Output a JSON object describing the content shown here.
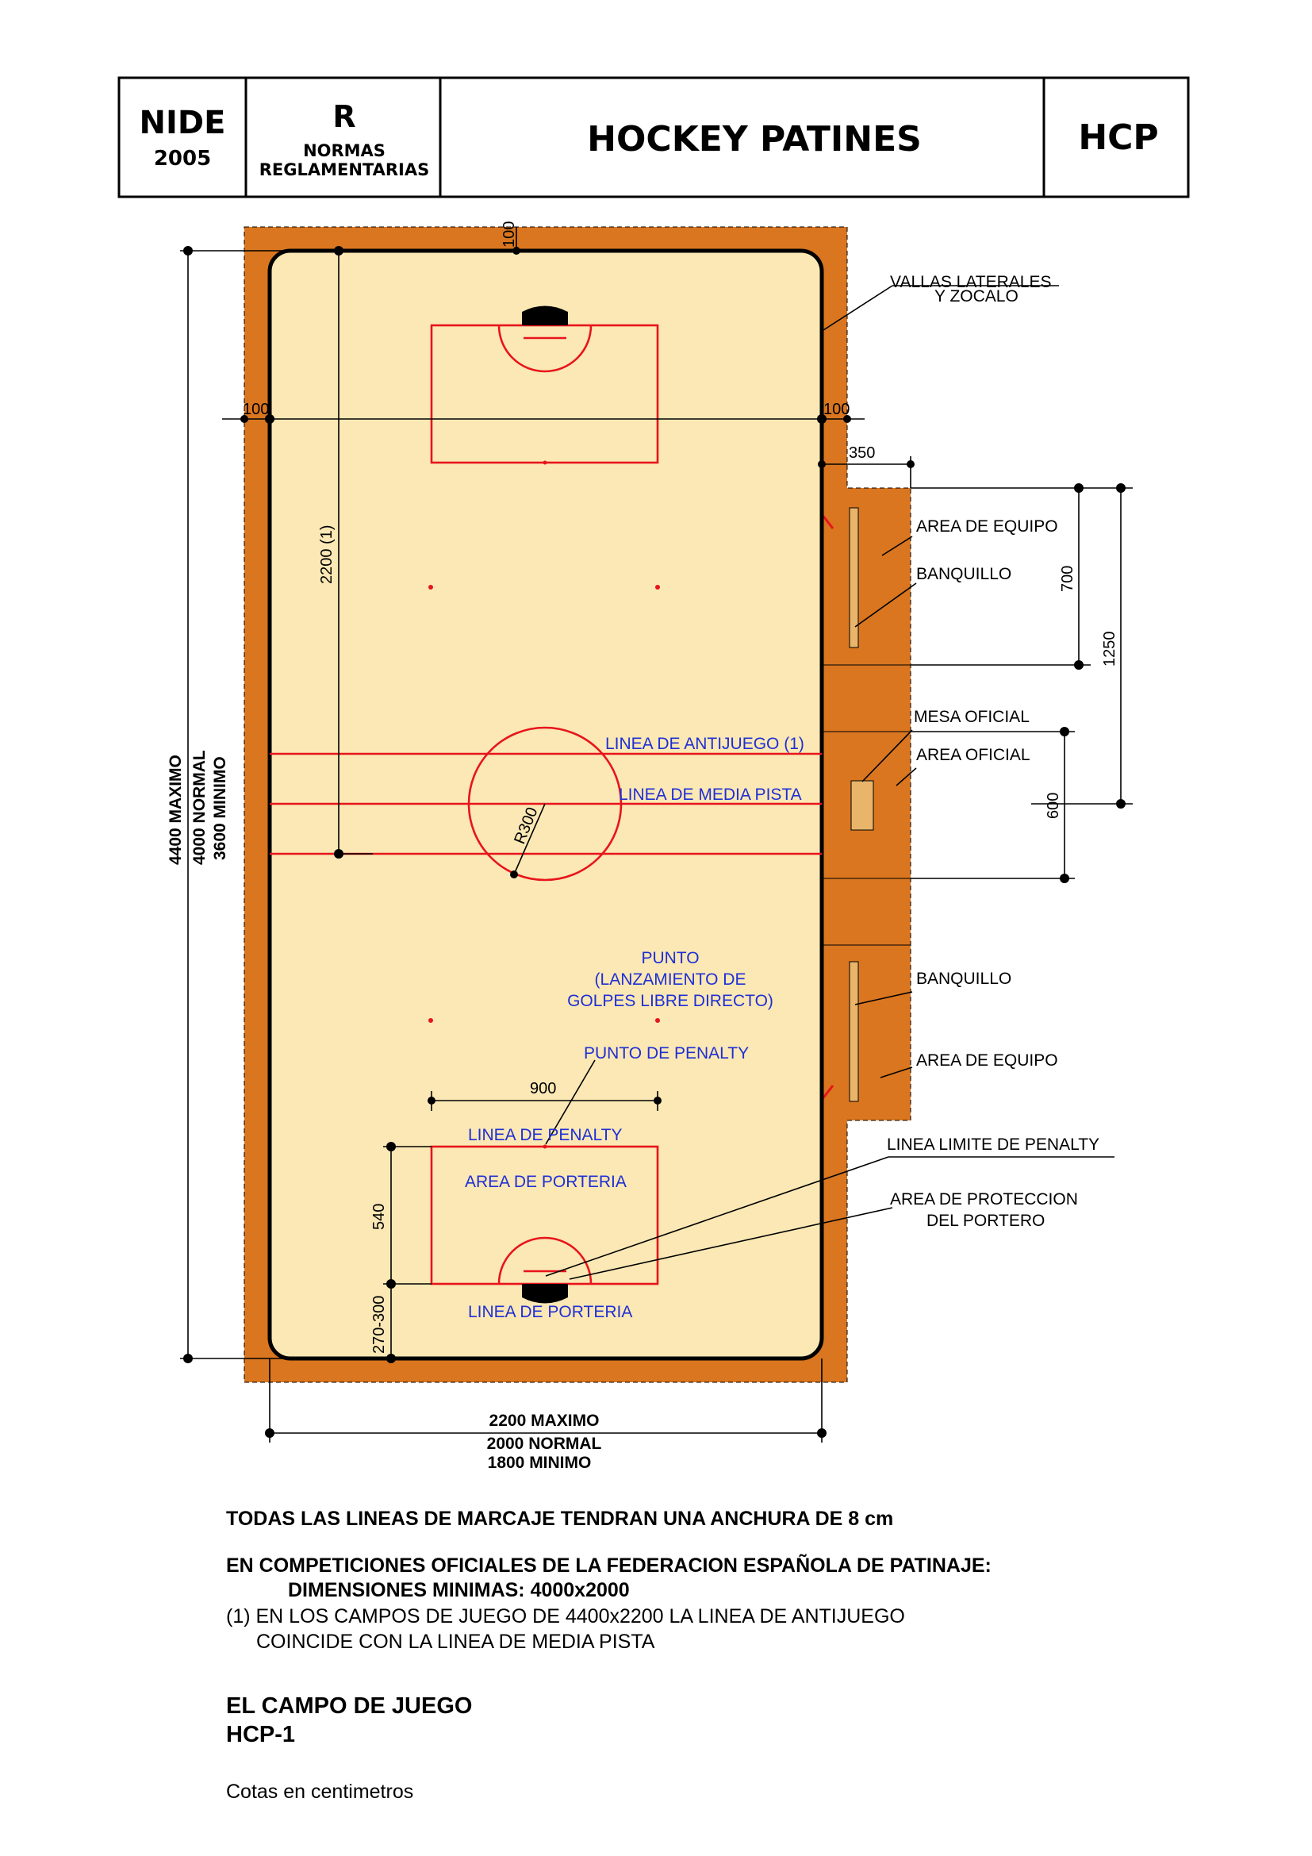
{
  "header": {
    "nide": "NIDE",
    "year": "2005",
    "r_letter": "R",
    "normas_line1": "NORMAS",
    "normas_line2": "REGLAMENTARIAS",
    "title": "HOCKEY PATINES",
    "code": "HCP"
  },
  "colors": {
    "surround": "#d9761f",
    "floor": "#fbe8b4",
    "marking": "#e8141b",
    "blue_text": "#1f2fd6",
    "table": "#e8b56a"
  },
  "labels": {
    "vallas_1": "VALLAS LATERALES",
    "vallas_2": "Y ZOCALO",
    "area_equipo_top": "AREA DE EQUIPO",
    "banquillo_top": "BANQUILLO",
    "mesa_oficial": "MESA OFICIAL",
    "area_oficial": "AREA OFICIAL",
    "banquillo_bottom": "BANQUILLO",
    "area_equipo_bottom": "AREA DE EQUIPO",
    "linea_limite_penalty": "LINEA LIMITE DE PENALTY",
    "area_proteccion_1": "AREA DE PROTECCION",
    "area_proteccion_2": "DEL PORTERO"
  },
  "blue_labels": {
    "antijuego": "LINEA DE ANTIJUEGO (1)",
    "media_pista": "LINEA DE MEDIA PISTA",
    "punto_1": "PUNTO",
    "punto_2": "(LANZAMIENTO DE",
    "punto_3": "GOLPES LIBRE DIRECTO)",
    "punto_penalty": "PUNTO DE PENALTY",
    "linea_penalty": "LINEA DE PENALTY",
    "area_porteria": "AREA DE PORTERIA",
    "linea_porteria": "LINEA DE PORTERIA"
  },
  "dimensions": {
    "top_100": "100",
    "left_100": "100",
    "right_100": "100",
    "d_350": "350",
    "d_700": "700",
    "d_1250": "1250",
    "d_600": "600",
    "d_2200_1": "2200 (1)",
    "radius": "R300",
    "d_900": "900",
    "d_540": "540",
    "d_270_300": "270-300",
    "length_max": "4400 MAXIMO",
    "length_normal": "4000 NORMAL",
    "length_min": "3600 MINIMO",
    "width_max": "2200 MAXIMO",
    "width_normal": "2000 NORMAL",
    "width_min": "1800 MINIMO"
  },
  "notes": {
    "line1": "TODAS LAS LINEAS DE MARCAJE TENDRAN UNA ANCHURA DE 8 cm",
    "line2": "EN COMPETICIONES OFICIALES DE LA FEDERACION ESPAÑOLA DE PATINAJE:",
    "line3": "DIMENSIONES MINIMAS: 4000x2000",
    "line4": "(1) EN LOS CAMPOS DE JUEGO DE 4400x2200 LA LINEA DE ANTIJUEGO",
    "line5": "COINCIDE CON LA LINEA DE MEDIA PISTA"
  },
  "caption": {
    "title": "EL CAMPO DE JUEGO",
    "code": "HCP-1",
    "units": "Cotas en centimetros"
  }
}
